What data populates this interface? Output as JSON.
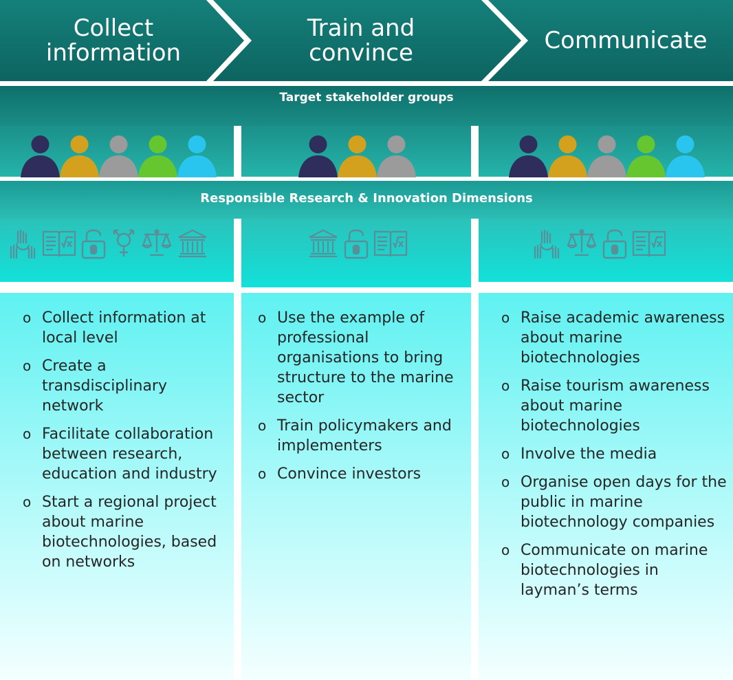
{
  "steps": [
    {
      "label_line1": "Collect",
      "label_line2": "information"
    },
    {
      "label_line1": "Train and",
      "label_line2": "convince"
    },
    {
      "label_line1": "Communicate",
      "label_line2": ""
    }
  ],
  "stakeholders": {
    "title": "Target stakeholder groups",
    "colors": [
      "#2e2d5c",
      "#d4a11e",
      "#9b9b9b",
      "#66c630",
      "#2ac5ef"
    ],
    "columns": [
      5,
      3,
      5
    ]
  },
  "rri": {
    "title": "Responsible Research & Innovation Dimensions",
    "columns": [
      [
        "public-engagement-icon",
        "science-education-icon",
        "open-access-icon",
        "gender-equality-icon",
        "ethics-icon",
        "governance-icon"
      ],
      [
        "governance-icon",
        "open-access-icon",
        "science-education-icon"
      ],
      [
        "public-engagement-icon",
        "ethics-icon",
        "open-access-icon",
        "science-education-icon"
      ]
    ]
  },
  "bullet_symbol": "o",
  "actions": {
    "collect": [
      "Collect information at local level",
      "Create a transdisciplinary network",
      "Facilitate collaboration between research, education and industry",
      "Start a regional project about marine biotechnologies, based on networks"
    ],
    "train": [
      "Use the example of professional organisations to bring structure to the marine sector",
      "Train policymakers and implementers",
      "Convince investors"
    ],
    "communicate": [
      "Raise academic awareness about marine biotechnologies",
      "Raise tourism awareness about marine biotechnologies",
      "Involve the media",
      "Organise open days for the public in marine biotechnology companies",
      "Communicate on marine biotechnologies in layman’s terms"
    ]
  }
}
